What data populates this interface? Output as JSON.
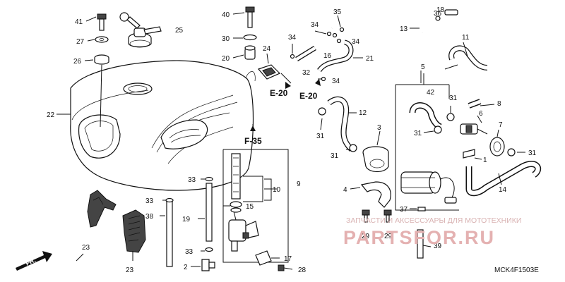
{
  "diagram": {
    "callouts": [
      {
        "id": "41",
        "text": "41"
      },
      {
        "id": "27",
        "text": "27"
      },
      {
        "id": "26",
        "text": "26"
      },
      {
        "id": "25",
        "text": "25"
      },
      {
        "id": "22",
        "text": "22"
      },
      {
        "id": "40",
        "text": "40"
      },
      {
        "id": "30",
        "text": "30"
      },
      {
        "id": "20",
        "text": "20"
      },
      {
        "id": "24",
        "text": "24"
      },
      {
        "id": "34a",
        "text": "34"
      },
      {
        "id": "34b",
        "text": "34"
      },
      {
        "id": "34c",
        "text": "34"
      },
      {
        "id": "34d",
        "text": "34"
      },
      {
        "id": "35",
        "text": "35"
      },
      {
        "id": "32",
        "text": "32"
      },
      {
        "id": "16",
        "text": "16"
      },
      {
        "id": "21",
        "text": "21"
      },
      {
        "id": "13",
        "text": "13"
      },
      {
        "id": "36",
        "text": "36"
      },
      {
        "id": "18",
        "text": "18"
      },
      {
        "id": "11",
        "text": "11"
      },
      {
        "id": "5",
        "text": "5"
      },
      {
        "id": "42",
        "text": "42"
      },
      {
        "id": "31a",
        "text": "31"
      },
      {
        "id": "31b",
        "text": "31"
      },
      {
        "id": "31c",
        "text": "31"
      },
      {
        "id": "31d",
        "text": "31"
      },
      {
        "id": "31e",
        "text": "31"
      },
      {
        "id": "8",
        "text": "8"
      },
      {
        "id": "6",
        "text": "6"
      },
      {
        "id": "7",
        "text": "7"
      },
      {
        "id": "3",
        "text": "3"
      },
      {
        "id": "12",
        "text": "12"
      },
      {
        "id": "1",
        "text": "1"
      },
      {
        "id": "14",
        "text": "14"
      },
      {
        "id": "4",
        "text": "4"
      },
      {
        "id": "37",
        "text": "37"
      },
      {
        "id": "29a",
        "text": "29"
      },
      {
        "id": "29b",
        "text": "29"
      },
      {
        "id": "39",
        "text": "39"
      },
      {
        "id": "33a",
        "text": "33"
      },
      {
        "id": "33b",
        "text": "33"
      },
      {
        "id": "33c",
        "text": "33"
      },
      {
        "id": "19",
        "text": "19"
      },
      {
        "id": "10",
        "text": "10"
      },
      {
        "id": "15",
        "text": "15"
      },
      {
        "id": "9",
        "text": "9"
      },
      {
        "id": "38",
        "text": "38"
      },
      {
        "id": "23a",
        "text": "23"
      },
      {
        "id": "23b",
        "text": "23"
      },
      {
        "id": "2",
        "text": "2"
      },
      {
        "id": "17",
        "text": "17"
      },
      {
        "id": "28",
        "text": "28"
      }
    ],
    "references": {
      "e20a": "E-20",
      "e20b": "E-20",
      "f35": "F-35"
    },
    "front_arrow": "FR.",
    "sheet_code": "MCK4F1503E"
  },
  "watermark": {
    "top_text": "ЗАПЧАСТИ И АКСЕССУАРЫ ДЛЯ МОТОТЕХНИКИ",
    "brand": "PARTSFOR.RU"
  },
  "colors": {
    "line": "#111111",
    "watermark": "#e4b1b1",
    "background": "#ffffff"
  }
}
